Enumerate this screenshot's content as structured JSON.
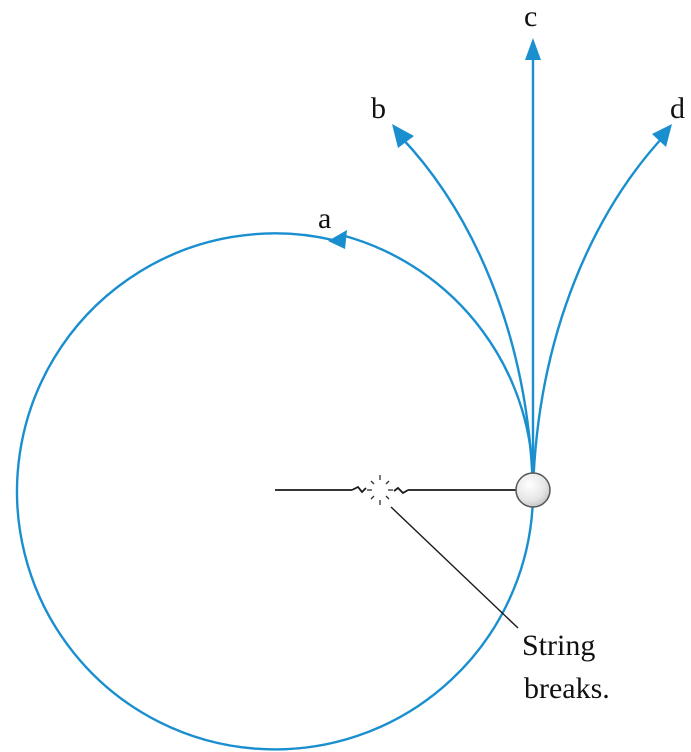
{
  "labels": {
    "a": "a",
    "b": "b",
    "c": "c",
    "d": "d"
  },
  "caption": {
    "line1": "String",
    "line2": "breaks."
  },
  "colors": {
    "path": "#1a8fcf",
    "string": "#1a1a1a",
    "ball_fill": "#eeeeee",
    "ball_stroke": "#555555"
  }
}
